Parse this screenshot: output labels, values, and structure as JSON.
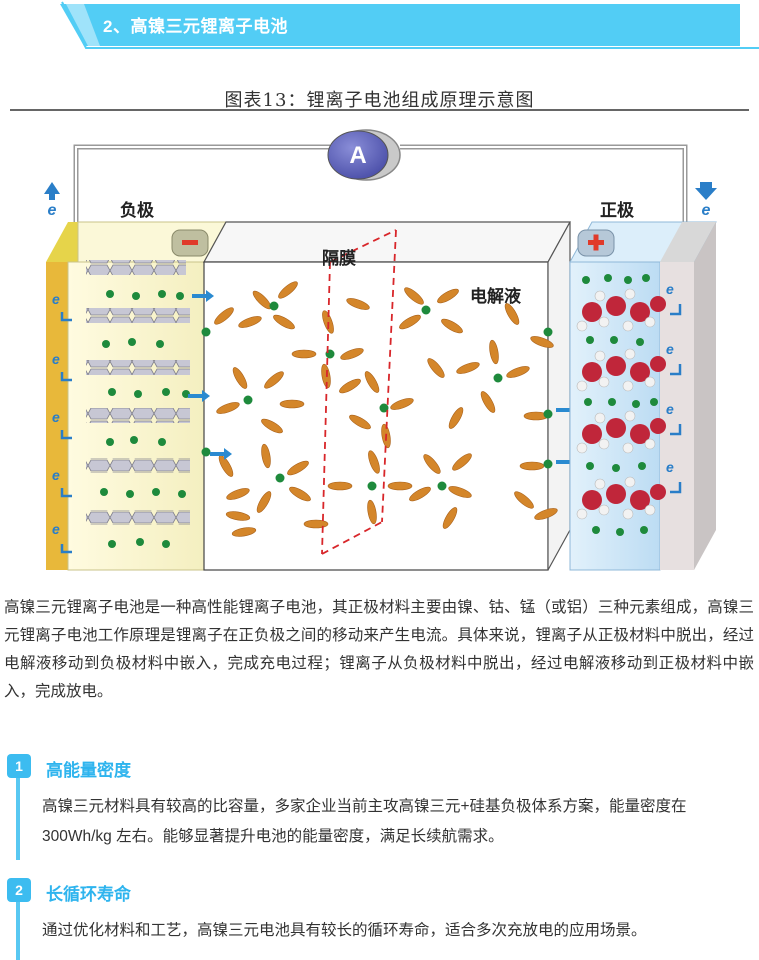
{
  "header": {
    "title": "2、高镍三元锂离子电池"
  },
  "figure": {
    "title": "图表13：锂离子电池组成原理示意图",
    "labels": {
      "negative": "负极",
      "positive": "正极",
      "separator": "隔膜",
      "electrolyte": "电解液",
      "ammeter": "A",
      "electron": "e",
      "minus": "−",
      "plus": "+"
    }
  },
  "intro": "高镍三元锂离子电池是一种高性能锂离子电池，其正极材料主要由镍、钴、锰（或铝）三种元素组成，高镍三元锂离子电池工作原理是锂离子在正负极之间的移动来产生电流。具体来说，锂离子从正极材料中脱出，经过电解液移动到负极材料中嵌入，完成充电过程；锂离子从负极材料中脱出，经过电解液移动到正极材料中嵌入，完成放电。",
  "sections": [
    {
      "number": "1",
      "title": "高能量密度",
      "body": "高镍三元材料具有较高的比容量，多家企业当前主攻高镍三元+硅基负极体系方案，能量密度在 300Wh/kg 左右。能够显著提升电池的能量密度，满足长续航需求。"
    },
    {
      "number": "2",
      "title": "长循环寿命",
      "body": "通过优化材料和工艺，高镍三元电池具有较长的循环寿命，适合多次充放电的应用场景。"
    }
  ],
  "colors": {
    "accent": "#3cbcf0",
    "banner": "#50cdf4",
    "anode": "#f8f5c8",
    "cathode": "#cfe6f7",
    "ion": "#1e8a3c",
    "solvent": "#d4862a",
    "separator": "#d8262a"
  }
}
